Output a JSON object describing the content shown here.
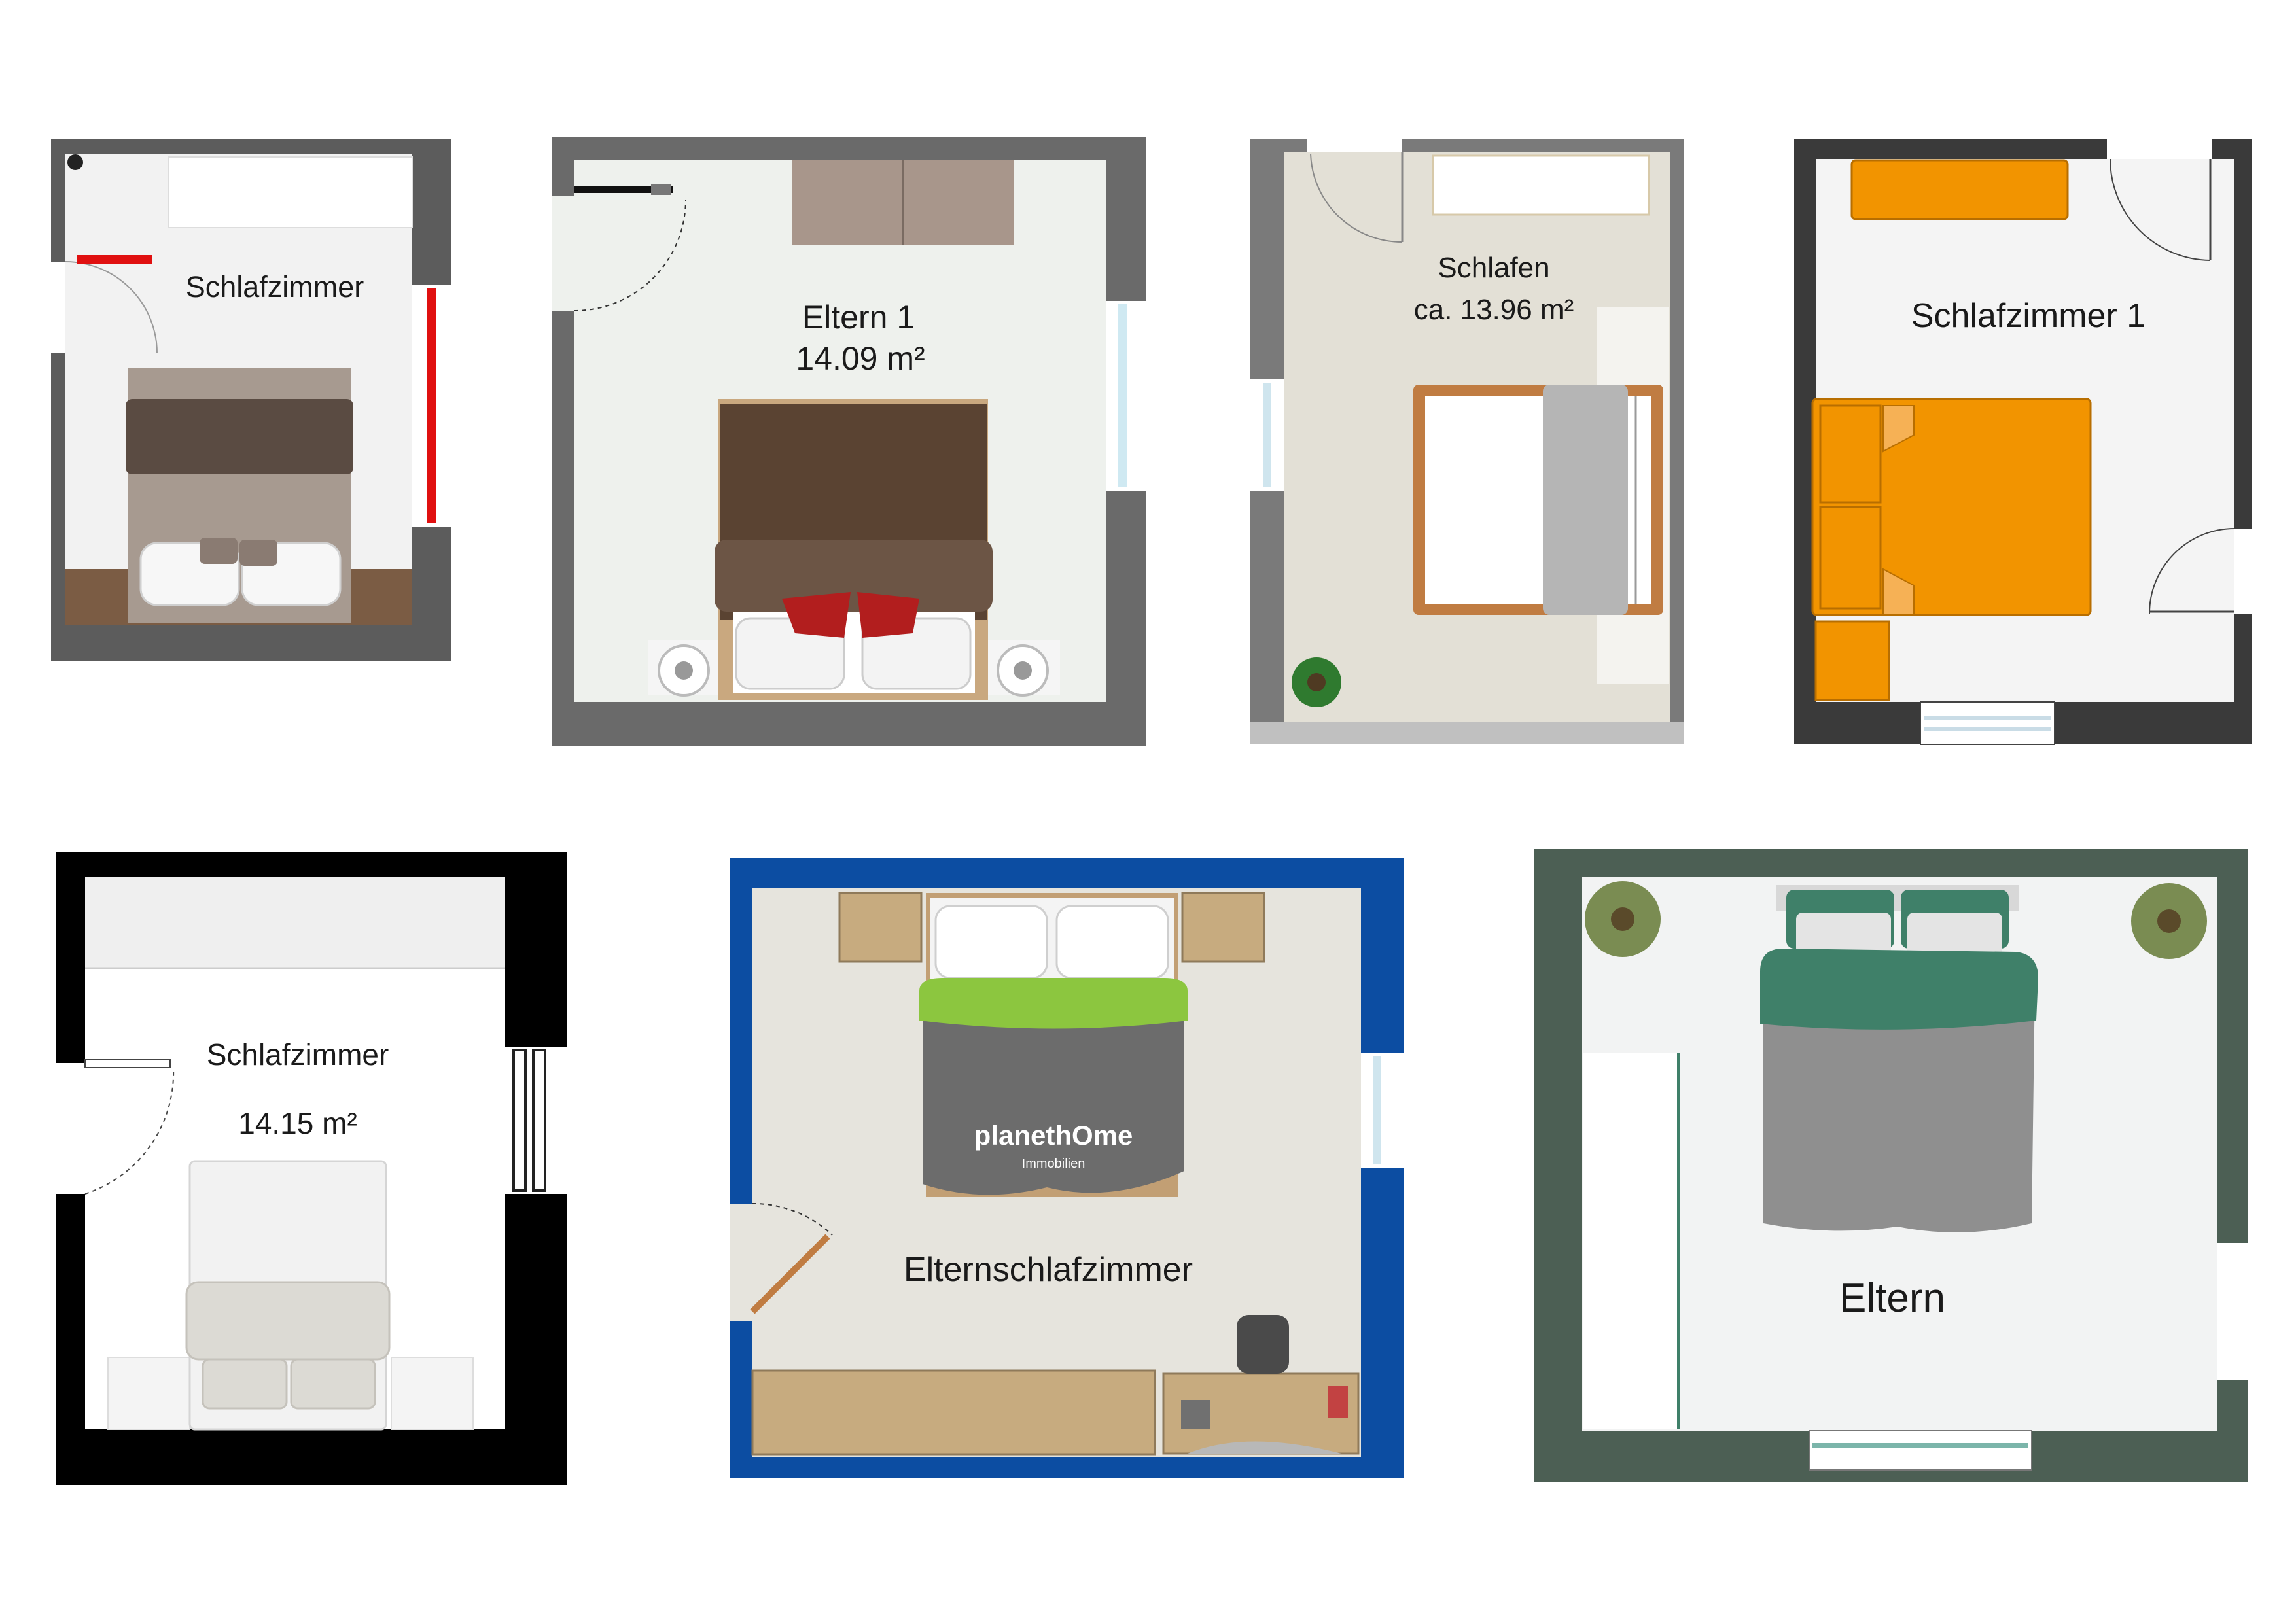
{
  "plans": [
    {
      "id": "plan-1",
      "labels": [
        "Schlafzimmer"
      ]
    },
    {
      "id": "plan-2",
      "labels": [
        "Eltern 1",
        "14.09 m²"
      ]
    },
    {
      "id": "plan-3",
      "labels": [
        "Schlafen",
        "ca. 13.96 m²"
      ]
    },
    {
      "id": "plan-4",
      "labels": [
        "Schlafzimmer 1"
      ]
    },
    {
      "id": "plan-5",
      "labels": [
        "Schlafzimmer",
        "14.15 m²"
      ]
    },
    {
      "id": "plan-6",
      "labels": [
        "Elternschlafzimmer"
      ],
      "logo": {
        "name": "planethOme",
        "sub": "Immobilien"
      }
    },
    {
      "id": "plan-7",
      "labels": [
        "Eltern"
      ]
    }
  ],
  "colors": {
    "wall_gray": "#5c5c5c",
    "wall_blue": "#0c4da2",
    "wall_green": "#4c5f54",
    "bed_orange": "#f29400",
    "bed_brown": "#5a4332",
    "bed_green": "#3f8069",
    "pillow_red": "#b21e1e",
    "floor_beige": "#e6e4dd"
  }
}
